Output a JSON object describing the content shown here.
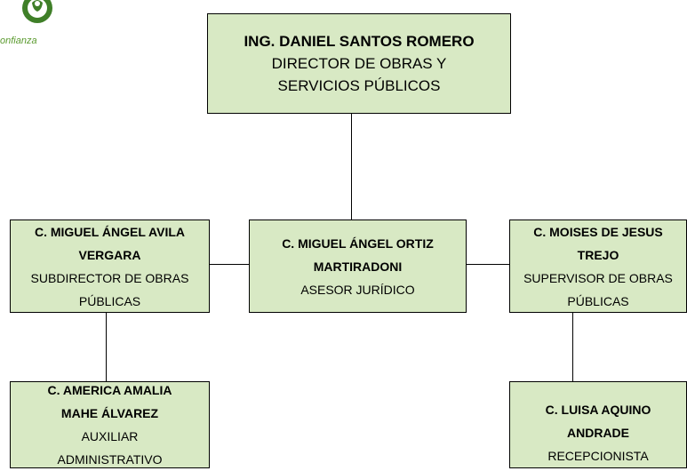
{
  "logo": {
    "text": "onfianza",
    "color": "#5a9a2e"
  },
  "colors": {
    "box_fill": "#d8e9c4",
    "border": "#000000"
  },
  "director": {
    "name": "ING. DANIEL SANTOS ROMERO",
    "title_line1": "DIRECTOR DE OBRAS Y",
    "title_line2": "SERVICIOS PÚBLICOS"
  },
  "subdirector": {
    "name_line1": "C. MIGUEL ÁNGEL AVILA",
    "name_line2": "VERGARA",
    "title_line1": "SUBDIRECTOR DE OBRAS",
    "title_line2": "PÚBLICAS"
  },
  "asesor": {
    "name_line1": "C. MIGUEL ÁNGEL ORTIZ",
    "name_line2": "MARTIRADONI",
    "title_line1": "ASESOR JURÍDICO"
  },
  "supervisor": {
    "name_line1": "C. MOISES DE JESUS",
    "name_line2": "TREJO",
    "title_line1": "SUPERVISOR DE OBRAS",
    "title_line2": "PÚBLICAS"
  },
  "auxiliar": {
    "name_line1": "C. AMERICA AMALIA",
    "name_line2": "MAHE ÁLVAREZ",
    "title_line1": "AUXILIAR",
    "title_line2": "ADMINISTRATIVO"
  },
  "recepcion": {
    "name_line1": "C. LUISA AQUINO",
    "name_line2": "ANDRADE",
    "title_line1": "RECEPCIONISTA"
  }
}
